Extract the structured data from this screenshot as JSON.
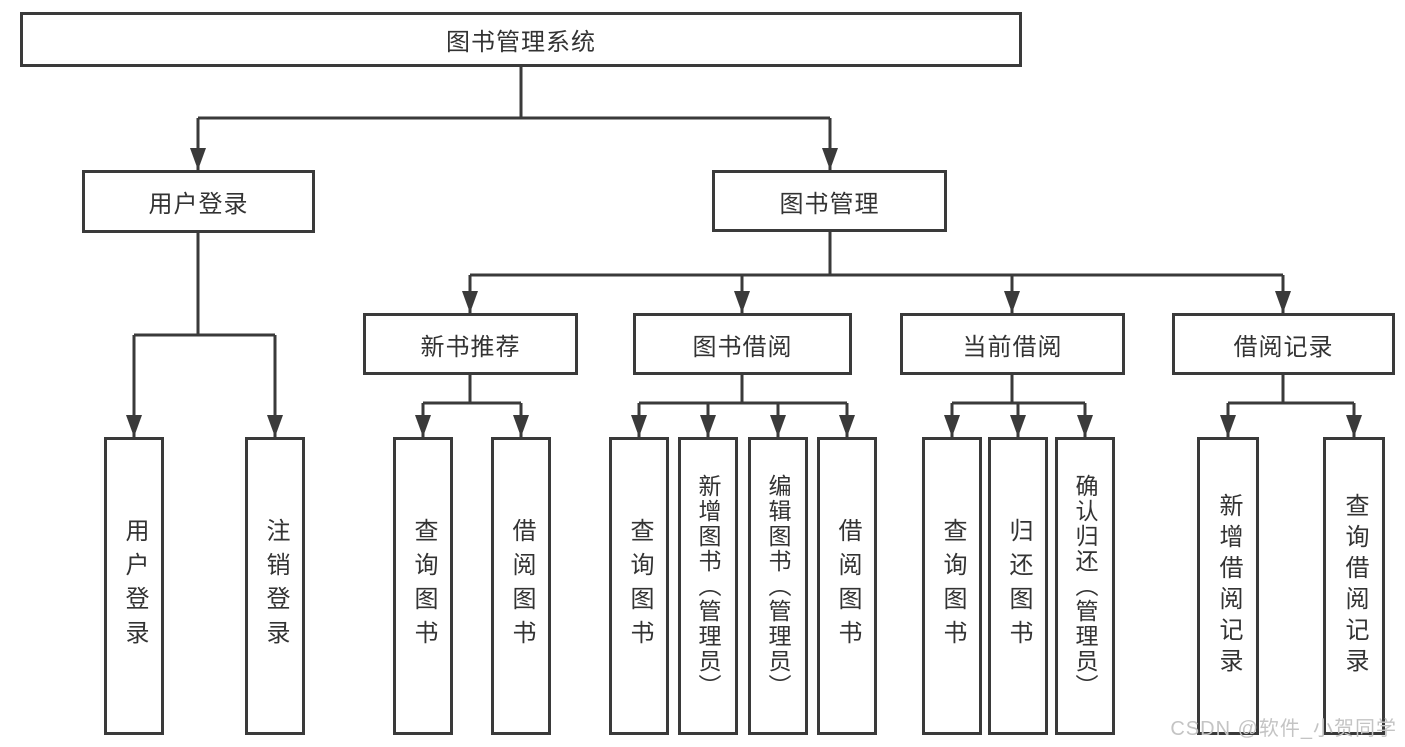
{
  "diagram": {
    "root": {
      "label": "图书管理系统"
    },
    "level2": [
      {
        "label": "用户登录"
      },
      {
        "label": "图书管理"
      }
    ],
    "level3": [
      {
        "label": "新书推荐"
      },
      {
        "label": "图书借阅"
      },
      {
        "label": "当前借阅"
      },
      {
        "label": "借阅记录"
      }
    ],
    "leaves": {
      "user_login": [
        {
          "label": "用户登录"
        },
        {
          "label": "注销登录"
        }
      ],
      "new_book_recommend": [
        {
          "label": "查询图书"
        },
        {
          "label": "借阅图书"
        }
      ],
      "book_borrow": [
        {
          "label": "查询图书"
        },
        {
          "label": "新增图书（管理员）"
        },
        {
          "label": "编辑图书（管理员）"
        },
        {
          "label": "借阅图书"
        }
      ],
      "current_borrow": [
        {
          "label": "查询图书"
        },
        {
          "label": "归还图书"
        },
        {
          "label": "确认归还（管理员）"
        }
      ],
      "borrow_records": [
        {
          "label": "新增借阅记录"
        },
        {
          "label": "查询借阅记录"
        }
      ]
    }
  },
  "watermark": {
    "text": "CSDN @软件_小贺同学"
  },
  "colors": {
    "line": "#3a3a3a",
    "box_border": "#3a3a3a",
    "box_fill": "#ffffff",
    "text": "#333333",
    "background": "#ffffff",
    "watermark": "#c4c4c4"
  }
}
